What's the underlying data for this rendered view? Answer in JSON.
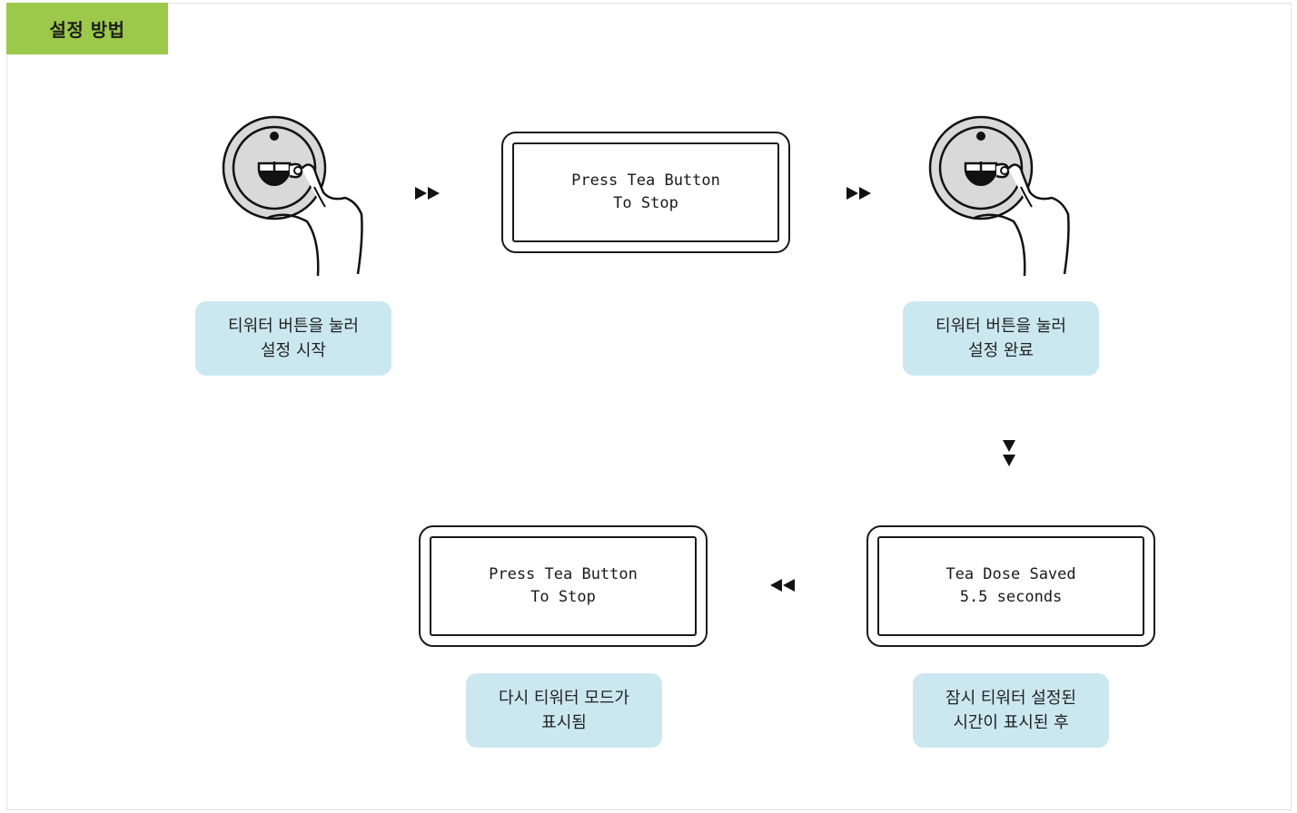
{
  "header": {
    "title": "설정 방법"
  },
  "steps": [
    {
      "caption_line1": "티워터 버튼을 눌러",
      "caption_line2": "설정 시작"
    },
    {
      "display_line1": "Press Tea Button",
      "display_line2": "To Stop"
    },
    {
      "caption_line1": "티워터 버튼을 눌러",
      "caption_line2": "설정 완료"
    },
    {
      "display_line1": "Tea Dose Saved",
      "display_line2": "5.5 seconds"
    },
    {
      "caption_line1": "잠시 티워터 설정된",
      "caption_line2": "시간이 표시된 후"
    },
    {
      "display_line1": "Press Tea Button",
      "display_line2": "To Stop"
    },
    {
      "caption_line1": "다시 티워터 모드가",
      "caption_line2": "표시됨"
    }
  ],
  "icons": {
    "knob": "tea-button-knob-icon",
    "hand": "pressing-hand-icon",
    "arrow_right": "double-arrow-right-icon",
    "arrow_left": "double-arrow-left-icon",
    "arrow_down": "double-arrow-down-icon"
  },
  "colors": {
    "tab": "#9cc94a",
    "caption_bg": "#cbe8f0",
    "knob_fill": "#d9d9d9"
  }
}
